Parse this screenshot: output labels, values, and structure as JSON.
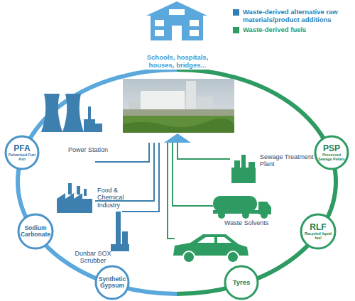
{
  "diagram": {
    "nodes": [
      {
        "text": [
          "PFA",
          "Pulverised Fuel Ash"
        ]
      },
      {
        "text": [
          "PSP",
          "Processed Sewage Pellets"
        ]
      },
      {
        "text": [
          "Sodium Carbonate"
        ]
      },
      {
        "text": [
          "RLF",
          "Recycled liquid fuel"
        ]
      },
      {
        "text": [
          "Synthetic Gypsum"
        ]
      },
      {
        "text": [
          "Tyres"
        ]
      }
    ],
    "labels": [
      "Schools, hospitals, houses, bridges...",
      "Power Station",
      "Food & Chemical Industry",
      "Dunbar SOX Scrubber",
      "Sewage Treatment Plant",
      "Waste Solvents"
    ],
    "legend": [
      {
        "text": "Waste-derived alternative raw materials/product additions",
        "color": "#2e7fb8"
      },
      {
        "text": "Waste-derived fuels",
        "color": "#2e9b62"
      }
    ]
  }
}
